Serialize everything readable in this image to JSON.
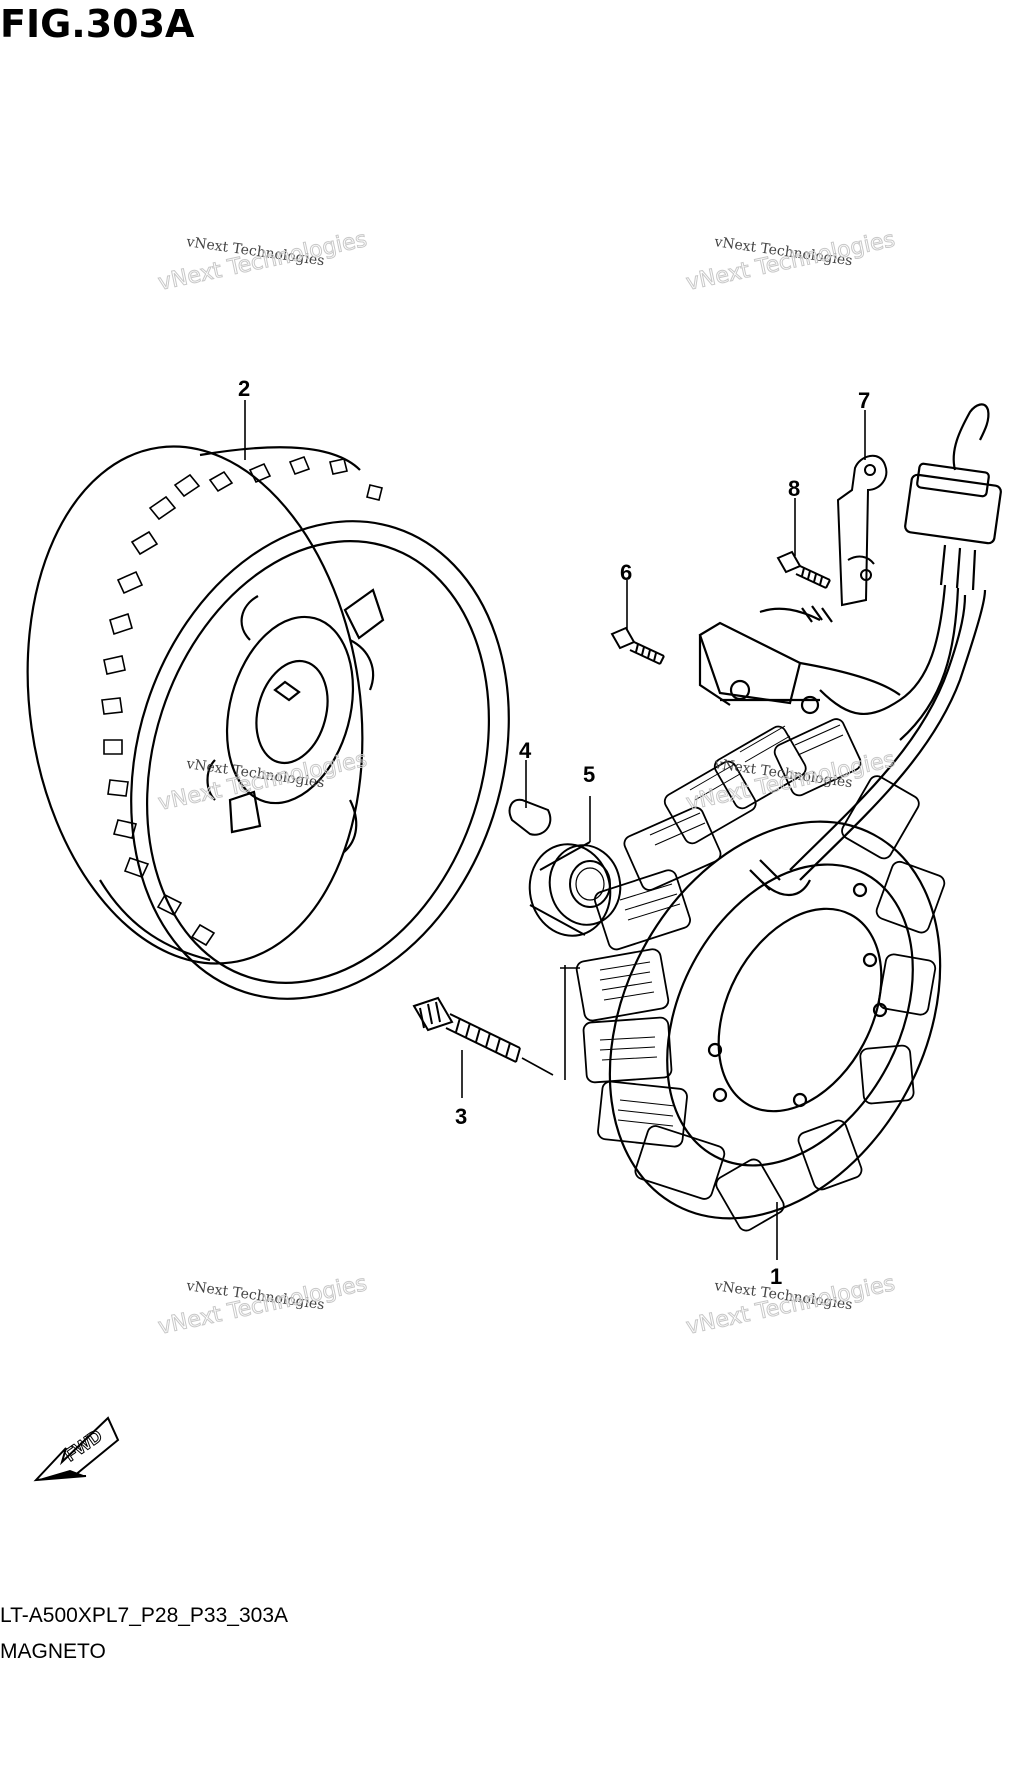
{
  "figure": {
    "title": "FIG.303A",
    "model_code": "LT-A500XPL7_P28_P33_303A",
    "section": "MAGNETO"
  },
  "callouts": {
    "part1": "1",
    "part2": "2",
    "part3": "3",
    "part4": "4",
    "part5": "5",
    "part6": "6",
    "part7": "7",
    "part8": "8"
  },
  "watermark": {
    "line_a": "vNext Technologies",
    "line_b": "vNext Technologies"
  },
  "fwd_label": "FWD"
}
